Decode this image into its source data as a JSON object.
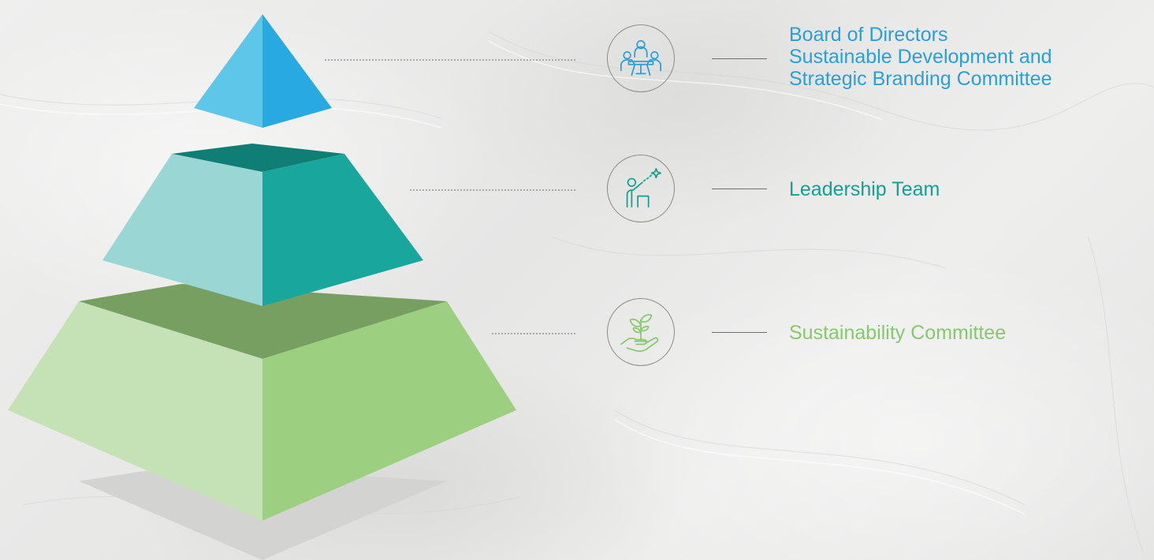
{
  "tiers": [
    {
      "id": "board",
      "icon": "meeting-icon",
      "lines": [
        "Board of Directors",
        "Sustainable Development and",
        "Strategic Branding Committee"
      ],
      "color": "#2A9FD9"
    },
    {
      "id": "leadership",
      "icon": "leader-pointing-star-icon",
      "lines": [
        "Leadership Team"
      ],
      "color": "#14A090"
    },
    {
      "id": "sustainability",
      "icon": "hand-plant-icon",
      "lines": [
        "Sustainability Committee"
      ],
      "color": "#86C96D"
    }
  ],
  "pyramid_colors": {
    "top_left": "#5EC6E8",
    "top_right": "#29A9E1",
    "middle_left": "#9AD6D4",
    "middle_right": "#18A69D",
    "middle_top": "#0F7E75",
    "bottom_left": "#C4E2B5",
    "bottom_right": "#9CCF7F",
    "bottom_top": "#779F62",
    "shadow": "#D3D3D2"
  }
}
